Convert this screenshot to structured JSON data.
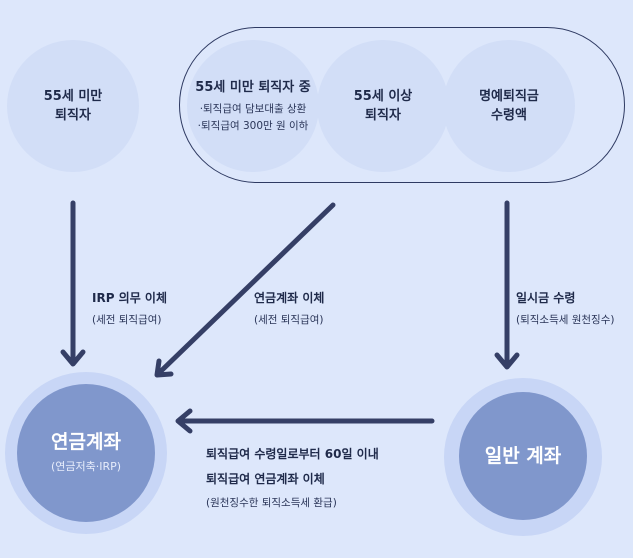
{
  "nodes": {
    "under55": {
      "line1": "55세 미만",
      "line2": "퇴직자"
    },
    "under55_special": {
      "title": "55세 미만 퇴직자 중",
      "cond1": "·퇴직급여 담보대출 상환",
      "cond2": "·퇴직급여 300만 원 이하"
    },
    "over55": {
      "line1": "55세 이상",
      "line2": "퇴직자"
    },
    "honorary": {
      "line1": "명예퇴직금",
      "line2": "수령액"
    },
    "pension_account": {
      "title": "연금계좌",
      "sub": "(연금저축·IRP)"
    },
    "general_account": {
      "title": "일반 계좌"
    }
  },
  "edges": {
    "irp": {
      "label": "IRP 의무 이체",
      "sub": "(세전 퇴직급여)"
    },
    "pension_transfer": {
      "label": "연금계좌 이체",
      "sub": "(세전 퇴직급여)"
    },
    "lump_sum": {
      "label": "일시금 수령",
      "sub": "(퇴직소득세 원천징수)"
    },
    "general_to_pension": {
      "label1": "퇴직급여 수령일로부터 60일 이내",
      "label2": "퇴직급여 연금계좌 이체",
      "sub": "(원천징수한 퇴직소득세 환급)"
    }
  },
  "colors": {
    "background": "#dde7fb",
    "light_circle": "#d2def7",
    "arrow": "#353f66",
    "account_fill": "#8097cc"
  }
}
